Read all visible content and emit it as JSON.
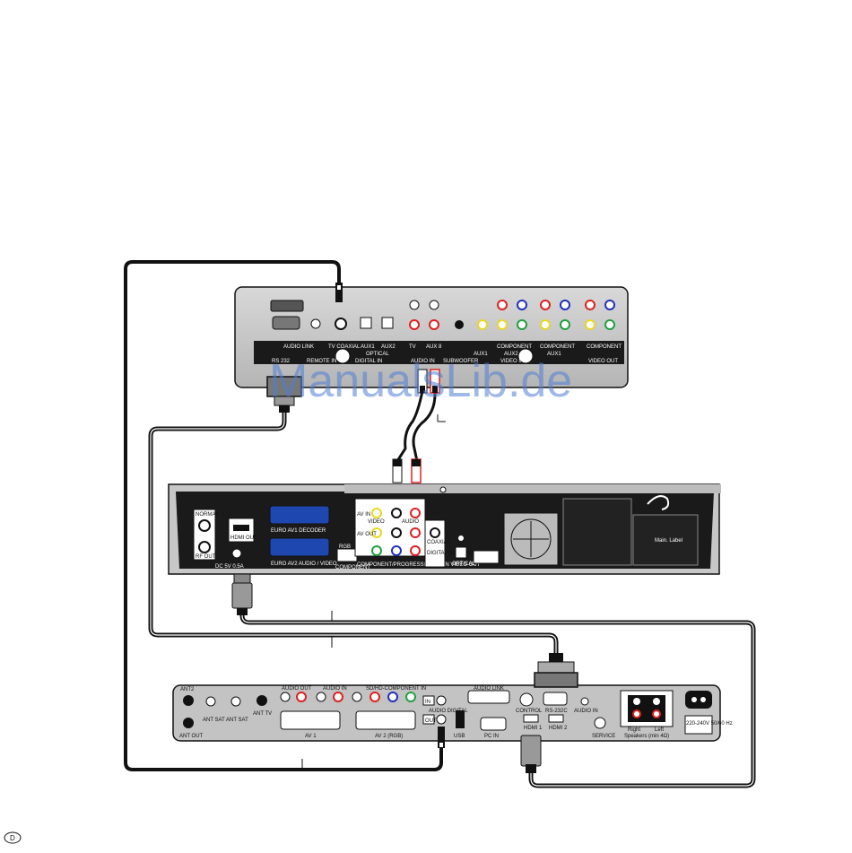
{
  "watermark": "ManualsLib.de",
  "page_marker": "D",
  "top_device": {
    "row_labels": [
      "AUDIO LINK",
      "TV COAXIAL",
      "AUX1",
      "AUX2",
      "TV",
      "AUX 8",
      "COMPONENT",
      "COMPONENT",
      "COMPONENT"
    ],
    "sub_labels": [
      "OPTICAL"
    ],
    "bottom_labels": [
      "RS 232",
      "REMOTE IN",
      "DIGITAL IN",
      "AUDIO IN",
      "SUBWOOFER",
      "AUX1",
      "AUX2",
      "VIDEO IN",
      "AUX1",
      "VIDEO OUT"
    ]
  },
  "middle_device": {
    "left_labels": [
      "NORMAL",
      "RF OUT",
      "HDMI OUT",
      "DC 5V 0.5A"
    ],
    "scart_labels": [
      "EURO AV1 DECODER",
      "EURO AV2 AUDIO / VIDEO"
    ],
    "video_labels": [
      "AV IN",
      "AV OUT",
      "VIDEO",
      "AUDIO",
      "COMPONENT/PROGRESSIVE SCAN VIDEO OUT"
    ],
    "other_labels": [
      "COAXIAL",
      "DIGITAL AUDIO OUT",
      "OPTICAL",
      "RGB",
      "COMPONENT"
    ],
    "main_label": "Main. Label"
  },
  "bottom_device": {
    "left_labels": [
      "ANT2",
      "ANT OUT",
      "ANT SAT",
      "ANT SAT",
      "ANT TV"
    ],
    "audio_labels": [
      "AUDIO OUT",
      "AUDIO IN",
      "SD/HD-COMPONENT IN",
      "AUDIO DIGITAL"
    ],
    "av_labels": [
      "AV 1",
      "AV 2 (RGB)"
    ],
    "port_labels": [
      "IN",
      "OUT",
      "USB",
      "AUDIO LINK",
      "PC IN",
      "CONTROL",
      "RS-232C",
      "HDMI 1",
      "HDMI 2",
      "AUDIO IN",
      "SERVICE"
    ],
    "speaker_labels": [
      "Right",
      "Left",
      "Speakers (min 4Ω)"
    ],
    "power_label": "220-240V 50/60 Hz"
  }
}
